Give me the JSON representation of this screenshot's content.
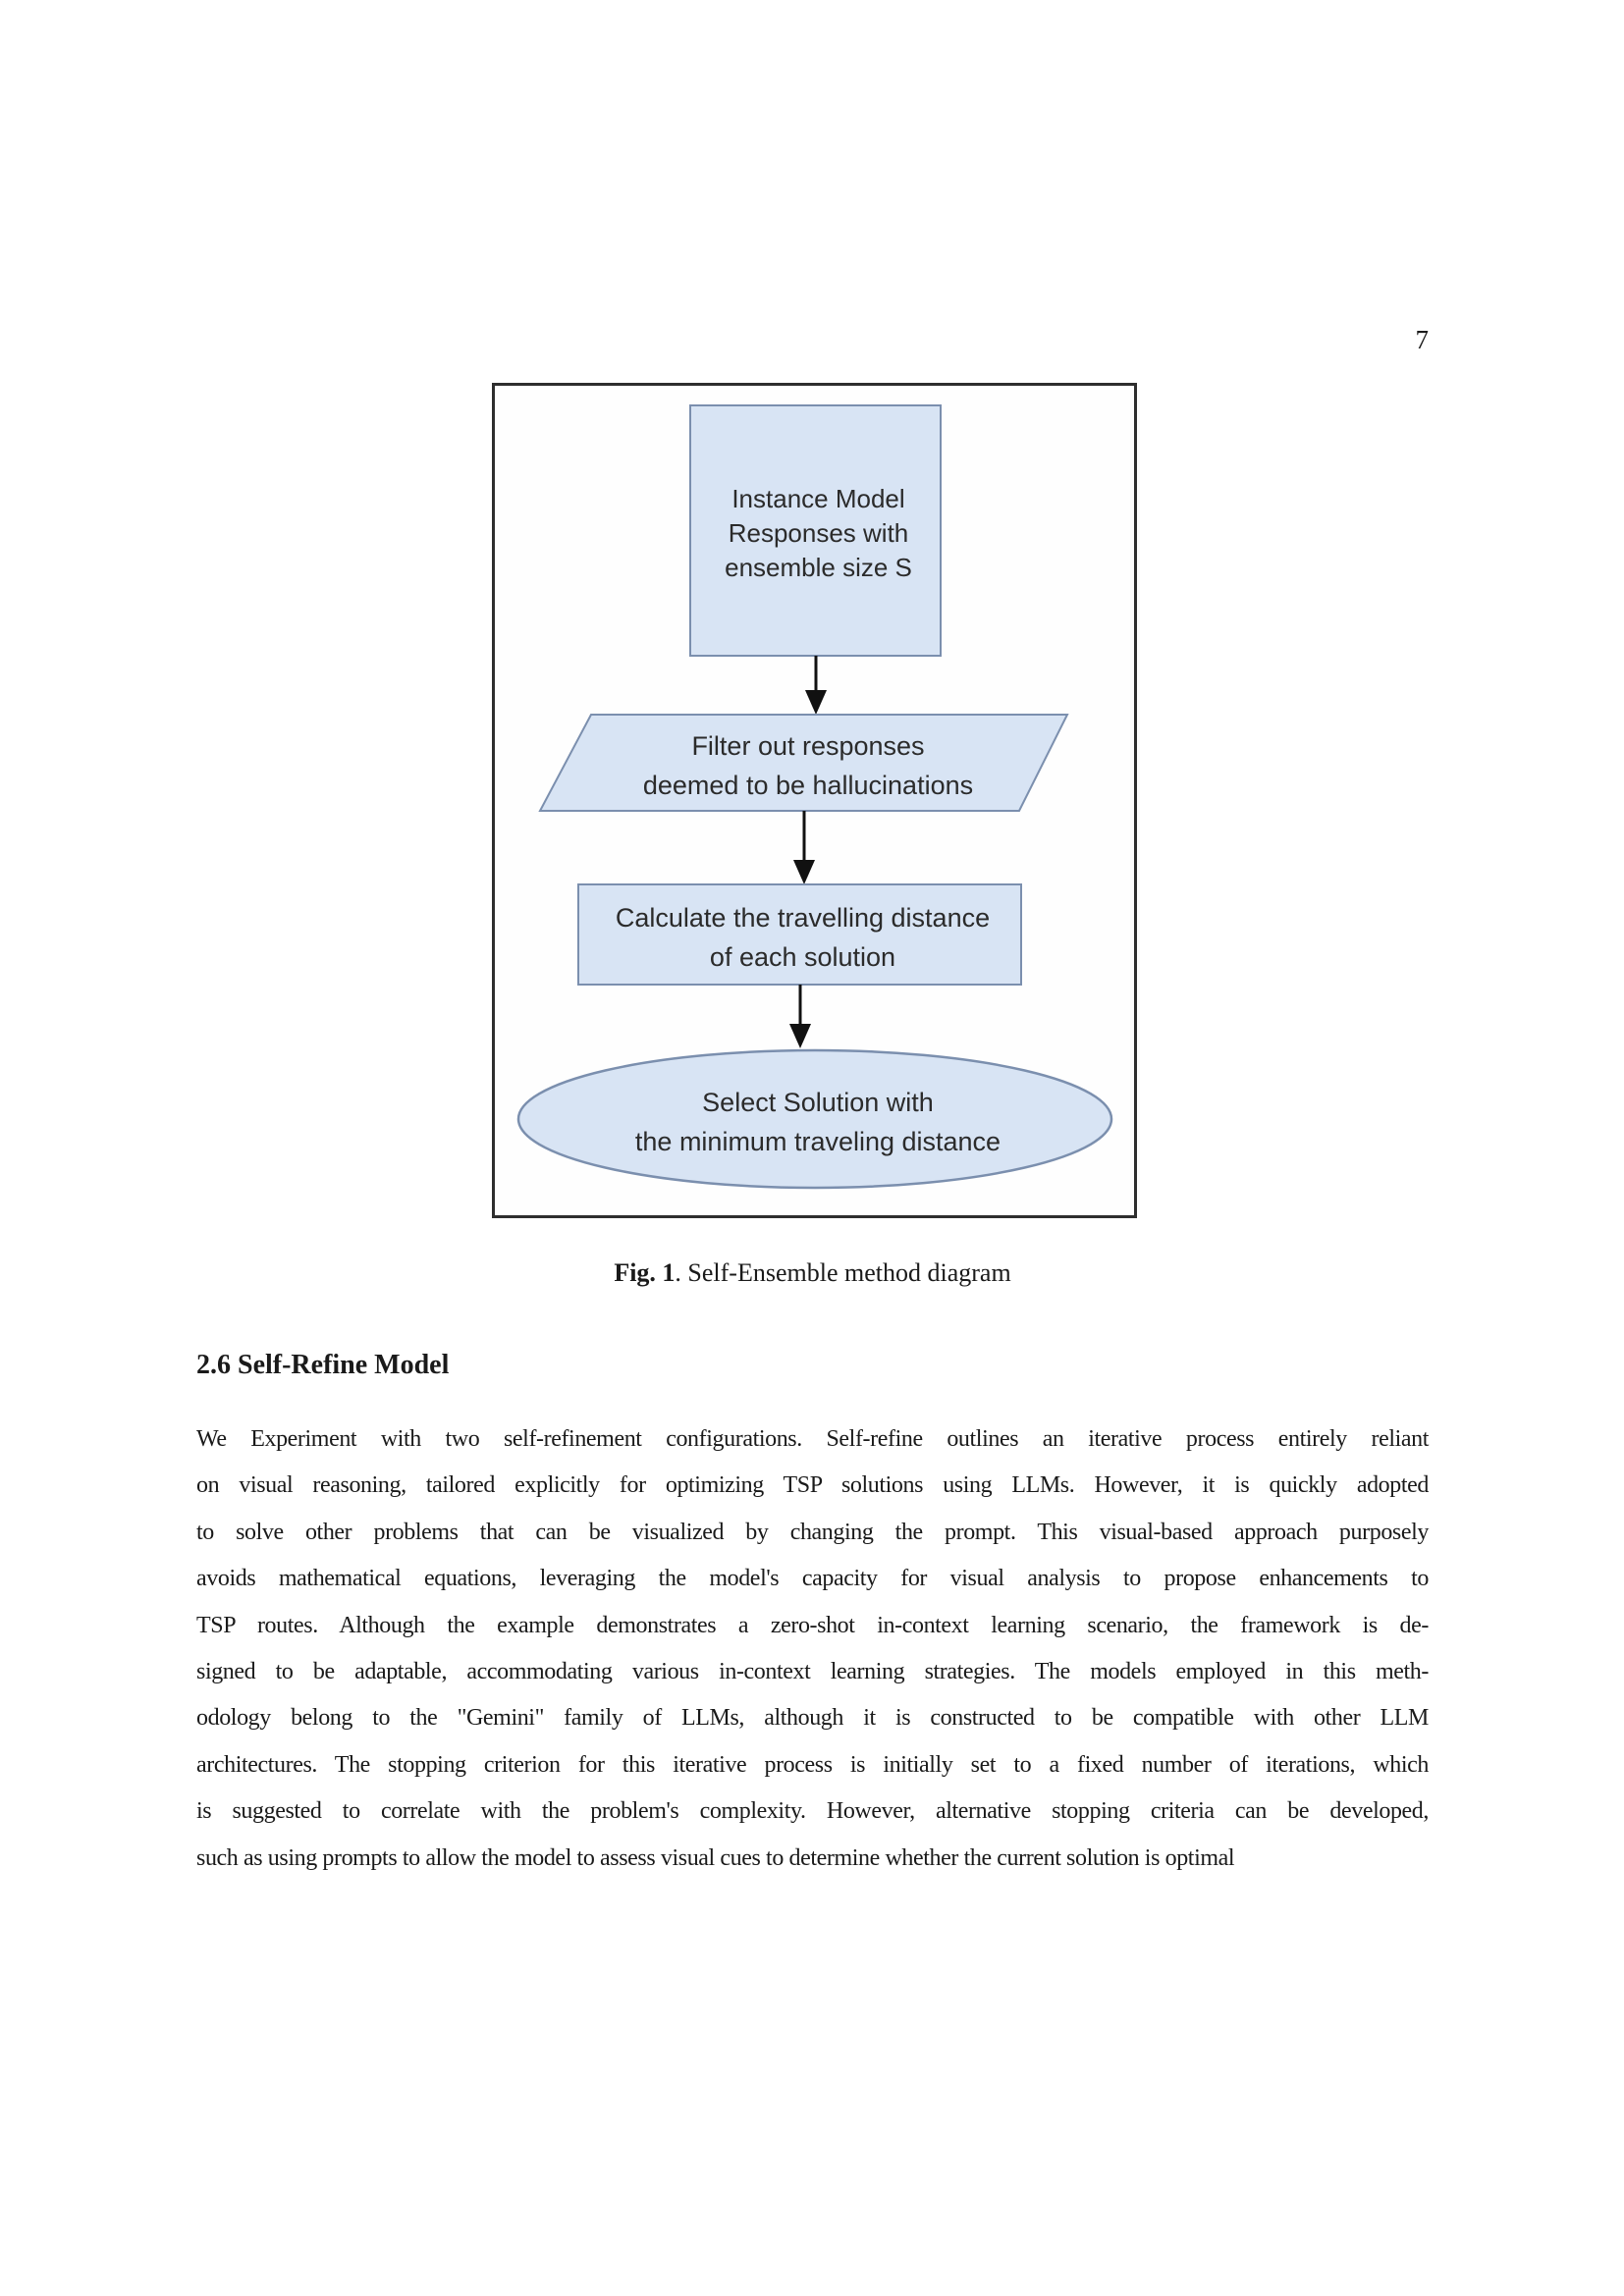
{
  "page": {
    "number": "7"
  },
  "figure": {
    "diagram": {
      "nodes": [
        {
          "id": "instance",
          "shape": "rectangle",
          "label": "Instance Model\nResponses with\nensemble size S"
        },
        {
          "id": "filter",
          "shape": "parallelogram",
          "label": "Filter out responses\ndeemed to be hallucinations"
        },
        {
          "id": "calculate",
          "shape": "rectangle",
          "label": "Calculate the travelling distance\nof each solution"
        },
        {
          "id": "select",
          "shape": "ellipse",
          "label": "Select Solution with\nthe minimum traveling distance"
        }
      ],
      "flow": "instance -> filter -> calculate -> select",
      "colors": {
        "node_fill": "#d8e4f4",
        "node_stroke": "#7b8fae",
        "frame_stroke": "#2e2e2e",
        "arrow": "#111111",
        "label_text": "#2b2b2b"
      }
    },
    "caption": {
      "fig_label": "Fig. 1",
      "text": ". Self-Ensemble method diagram"
    }
  },
  "section": {
    "heading": "2.6 Self-Refine Model"
  },
  "body": {
    "lines": [
      "We Experiment with two self-refinement configurations. Self-refine outlines an iterative process entirely reliant",
      "on visual reasoning, tailored explicitly for optimizing TSP solutions using LLMs. However, it is quickly adopted",
      "to solve other problems that can be visualized by changing the prompt. This visual-based approach purposely",
      "avoids mathematical equations, leveraging the model's capacity for visual analysis to propose enhancements to",
      "TSP routes. Although the example demonstrates a zero-shot in-context learning scenario, the framework is de-",
      "signed to be adaptable, accommodating various in-context learning strategies. The models employed in this meth-",
      "odology belong to the \"Gemini\" family of LLMs, although it is constructed to be compatible with other LLM",
      "architectures. The stopping criterion for this iterative process is initially set to a fixed number of iterations, which",
      "is suggested to correlate with the problem's complexity. However, alternative stopping criteria can be developed,",
      "such as using prompts to allow the model to assess visual cues to determine whether the current solution is optimal"
    ]
  }
}
